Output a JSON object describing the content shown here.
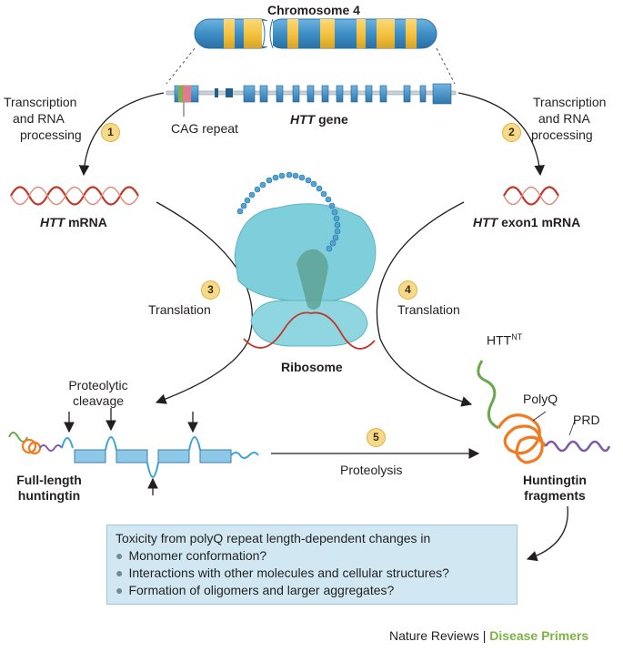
{
  "chromosome": {
    "label": "Chromosome 4"
  },
  "gene": {
    "label_italic": "HTT",
    "label_rest": " gene",
    "cag_label": "CAG repeat"
  },
  "steps": {
    "s1": {
      "number": "1",
      "line1": "Transcription",
      "line2": "and RNA",
      "line3": "processing"
    },
    "s2": {
      "number": "2",
      "line1": "Transcription",
      "line2": "and RNA",
      "line3": "processing"
    },
    "s3": {
      "number": "3",
      "label": "Translation"
    },
    "s4": {
      "number": "4",
      "label": "Translation"
    },
    "s5": {
      "number": "5",
      "label": "Proteolysis"
    }
  },
  "mrna_full": {
    "label_italic": "HTT",
    "label_rest": " mRNA"
  },
  "mrna_exon1": {
    "label_italic": "HTT",
    "label_rest": " exon1 mRNA"
  },
  "ribosome": {
    "label": "Ribosome"
  },
  "cleavage": {
    "line1": "Proteolytic",
    "line2": "cleavage"
  },
  "full_length": {
    "line1": "Full-length",
    "line2": "huntingtin"
  },
  "fragments": {
    "line1": "Huntingtin",
    "line2": "fragments",
    "httnt": "HTT",
    "httnt_sup": "NT",
    "polyq": "PolyQ",
    "prd": "PRD"
  },
  "info": {
    "title": "Toxicity from polyQ repeat length-dependent changes in",
    "items": [
      "Monomer conformation?",
      "Interactions with other molecules and cellular structures?",
      "Formation of oligomers and larger aggregates?"
    ]
  },
  "footer": {
    "journal": "Nature Reviews",
    "separator": " | ",
    "series": "Disease Primers"
  },
  "colors": {
    "chromosome_blue": "#3d8fc6",
    "chromosome_yellow": "#f5c342",
    "mrna_red": "#c0392b",
    "ribosome_teal": "#7ecfdb",
    "protein_blue": "#8dc8e8",
    "httnt_green": "#6aa84f",
    "polyq_orange": "#f07b23",
    "prd_purple": "#7d5ba6",
    "badge_yellow": "#f6d98a",
    "info_box": "#d1e8f2",
    "footer_green": "#7cb342"
  }
}
